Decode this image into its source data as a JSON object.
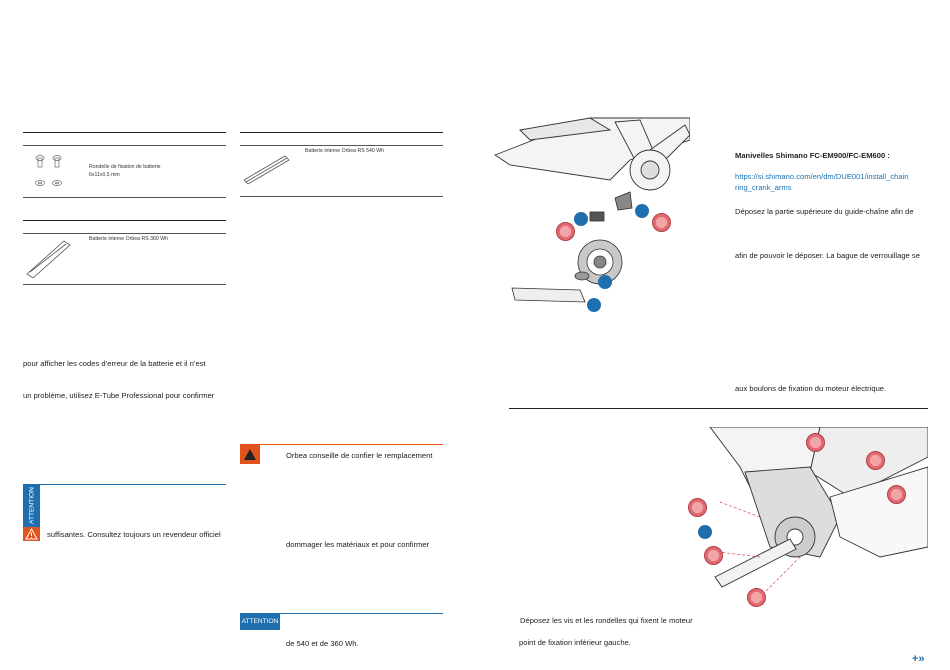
{
  "left_col": {
    "washer_item": "Rondelle de fixation de batterie",
    "washer_dims": "6x11x0,5 mm",
    "battery360_item": "Batterie interne Orbea RS 360 Wh",
    "para1": "pour afficher les codes d’erreur de la batterie et il n’est",
    "para2": "un problème, utilisez E-Tube Professional pour confirmer",
    "attention_label": "ATTENTION",
    "attention_text": "suffisantes. Consultez toujours un revendeur officiel"
  },
  "mid_col": {
    "battery540_item": "Batterie interne Orbea RS 540 Wh",
    "warning_text": "Orbea conseille de confier le remplacement",
    "warning_text2": "dommager les matériaux et pour confirmer",
    "attention_label": "ATTENTION",
    "attention_text": "de 540 et de 360 Wh."
  },
  "right_col": {
    "heading": "Manivelles Shimano FC-EM900/FC-EM600 :",
    "link_line1": "https://si.shimano.com/en/dm/DUE001/install_chain",
    "link_line2": "ring_crank_arms",
    "para1": "Déposez la partie supérieure du guide-chaîne afin de",
    "para2": "afin de pouvoir le déposer. La bague de verrouillage se",
    "para3": "aux boulons de fixation du moteur électrique.",
    "para4": "Déposez les vis et les rondelles qui fixent le moteur",
    "para5": "point de fixation inférieur gauche."
  },
  "nav": {
    "next_symbol": "+»"
  },
  "colors": {
    "accent_blue": "#1f6fae",
    "warning_orange": "#e2531b",
    "badge_red": "#e06a70",
    "link": "#1a73b5"
  }
}
